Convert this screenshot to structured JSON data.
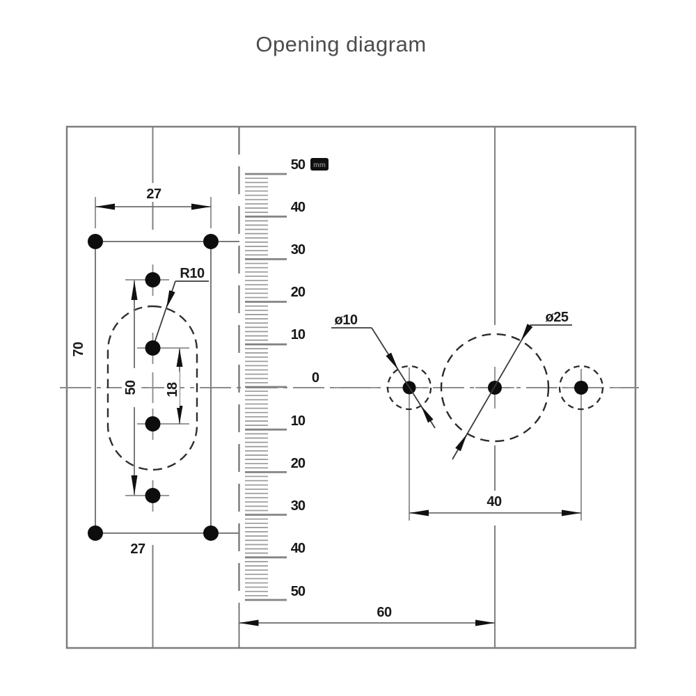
{
  "title": "Opening diagram",
  "ruler": {
    "unit": "mm",
    "labels": [
      "50",
      "40",
      "30",
      "20",
      "10",
      "0",
      "10",
      "20",
      "30",
      "40",
      "50"
    ]
  },
  "plate": {
    "width_top": "27",
    "width_bottom": "27",
    "height": "70",
    "slot_corner_radius": "R10",
    "hole_column_span": "50",
    "hole_pitch": "18"
  },
  "holes": {
    "small_diameter": "ø10",
    "large_diameter": "ø25",
    "center_distance": "40",
    "edge_distance": "60"
  },
  "colors": {
    "thin_line": "#808080",
    "dark_line": "#2b2b2b",
    "ink": "#111111",
    "border": "#7d7d7d"
  }
}
